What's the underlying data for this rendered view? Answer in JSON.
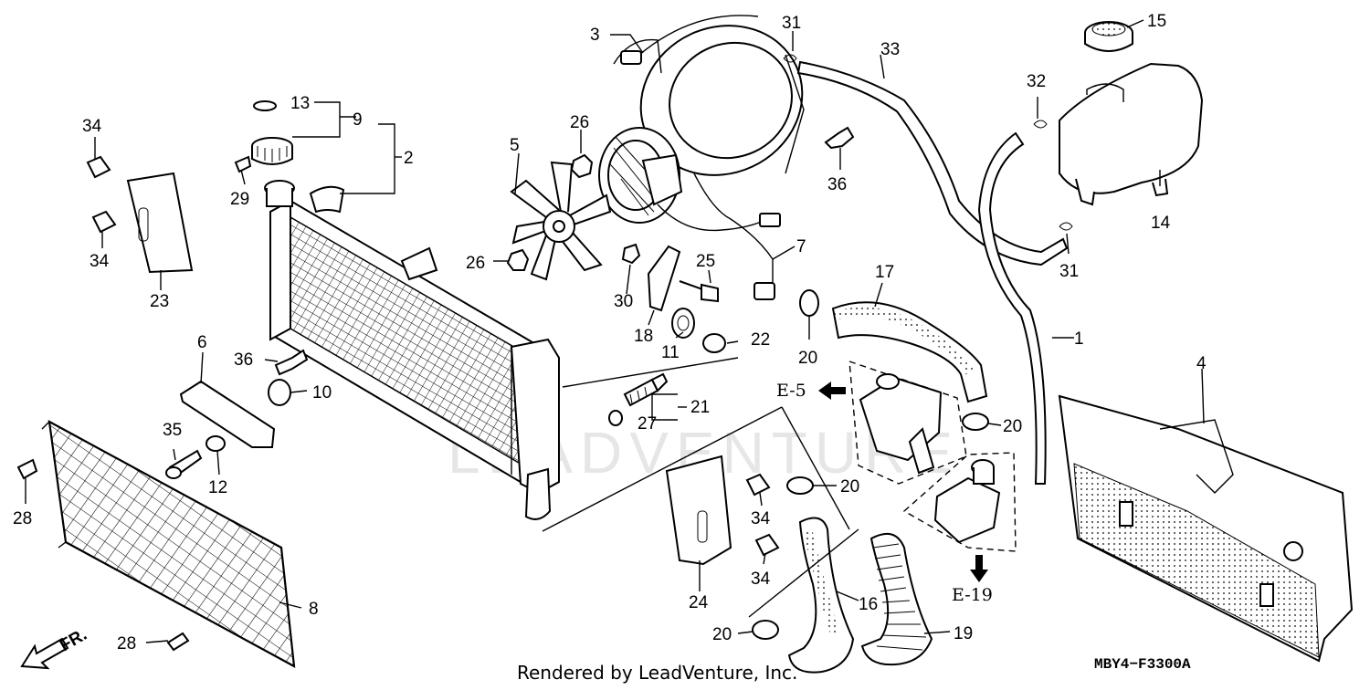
{
  "watermark": "LEADVENTURE",
  "footer": {
    "rendered_by": "Rendered by LeadVenture, Inc.",
    "diagram_code": "MBY4−F3300A"
  },
  "front_marker": "FR.",
  "references": {
    "e5": "E-5",
    "e19": "E-19"
  },
  "callouts": {
    "c1": "1",
    "c2": "2",
    "c3": "3",
    "c4": "4",
    "c5": "5",
    "c6": "6",
    "c7": "7",
    "c8": "8",
    "c9": "9",
    "c10": "10",
    "c11": "11",
    "c12": "12",
    "c13": "13",
    "c14": "14",
    "c15": "15",
    "c16": "16",
    "c17": "17",
    "c18": "18",
    "c19": "19",
    "c20a": "20",
    "c20b": "20",
    "c20c": "20",
    "c20d": "20",
    "c21": "21",
    "c22": "22",
    "c23": "23",
    "c24": "24",
    "c25": "25",
    "c26a": "26",
    "c26b": "26",
    "c27": "27",
    "c28a": "28",
    "c28b": "28",
    "c29": "29",
    "c30": "30",
    "c31a": "31",
    "c31b": "31",
    "c32": "32",
    "c33": "33",
    "c34a": "34",
    "c34b": "34",
    "c34c": "34",
    "c34d": "34",
    "c35": "35",
    "c36a": "36",
    "c36b": "36"
  }
}
